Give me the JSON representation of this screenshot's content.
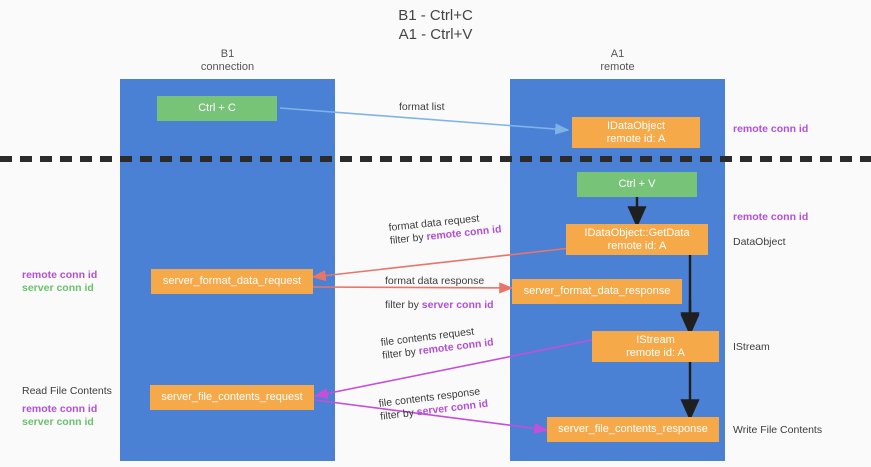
{
  "title": {
    "line1": "B1 - Ctrl+C",
    "line2": "A1 - Ctrl+V"
  },
  "columns": [
    {
      "id": "b1",
      "name": "B1",
      "role": "connection"
    },
    {
      "id": "a1",
      "name": "A1",
      "role": "remote"
    }
  ],
  "nodes": [
    {
      "id": "ctrl-c",
      "line1": "Ctrl + C",
      "line2": "",
      "color": "green"
    },
    {
      "id": "idataobject",
      "line1": "IDataObject",
      "line2": "remote id: A",
      "color": "orange"
    },
    {
      "id": "ctrl-v",
      "line1": "Ctrl + V",
      "line2": "",
      "color": "green"
    },
    {
      "id": "idataobject-getdata",
      "line1": "IDataObject::GetData",
      "line2": "remote id: A",
      "color": "orange"
    },
    {
      "id": "server-format-data-request",
      "line1": "server_format_data_request",
      "line2": "",
      "color": "orange"
    },
    {
      "id": "server-format-data-response",
      "line1": "server_format_data_response",
      "line2": "",
      "color": "orange"
    },
    {
      "id": "istream",
      "line1": "IStream",
      "line2": "remote id: A",
      "color": "orange"
    },
    {
      "id": "server-file-contents-request",
      "line1": "server_file_contents_request",
      "line2": "",
      "color": "orange"
    },
    {
      "id": "server-file-contents-response",
      "line1": "server_file_contents_response",
      "line2": "",
      "color": "orange"
    }
  ],
  "edge_labels": [
    {
      "id": "format-list",
      "text": "format list",
      "filter_prefix": "",
      "filter_key": ""
    },
    {
      "id": "format-data-request",
      "text": "format data request",
      "filter_prefix": "filter by ",
      "filter_key": "remote conn id"
    },
    {
      "id": "format-data-response",
      "text": "format data response",
      "filter_prefix": "filter by ",
      "filter_key": "server conn id"
    },
    {
      "id": "file-contents-request",
      "text": "file contents request",
      "filter_prefix": "filter by ",
      "filter_key": "remote conn id"
    },
    {
      "id": "file-contents-response",
      "text": "file contents response",
      "filter_prefix": "filter by ",
      "filter_key": "server conn id"
    }
  ],
  "annotations": {
    "right_top_conn_id": "remote conn id",
    "right_mid_conn_id": "remote conn id",
    "right_dataobject": "DataObject",
    "right_istream": "IStream",
    "right_write_file": "Write File Contents",
    "left_remote_conn_id_1": "remote conn id",
    "left_server_conn_id_1": "server conn id",
    "left_read_file": "Read File Contents",
    "left_remote_conn_id_2": "remote conn id",
    "left_server_conn_id_2": "server conn id"
  },
  "colors": {
    "lane": "#4a81d4",
    "green_box": "#77c478",
    "orange_box": "#f5a949",
    "purple_text": "#b14fd8",
    "green_text": "#6cbf6e",
    "arrow_blue": "#7fb3e8",
    "arrow_red": "#e8756a",
    "arrow_magenta": "#c44fd8",
    "arrow_black": "#1f1f1f",
    "background": "#fafafa"
  }
}
